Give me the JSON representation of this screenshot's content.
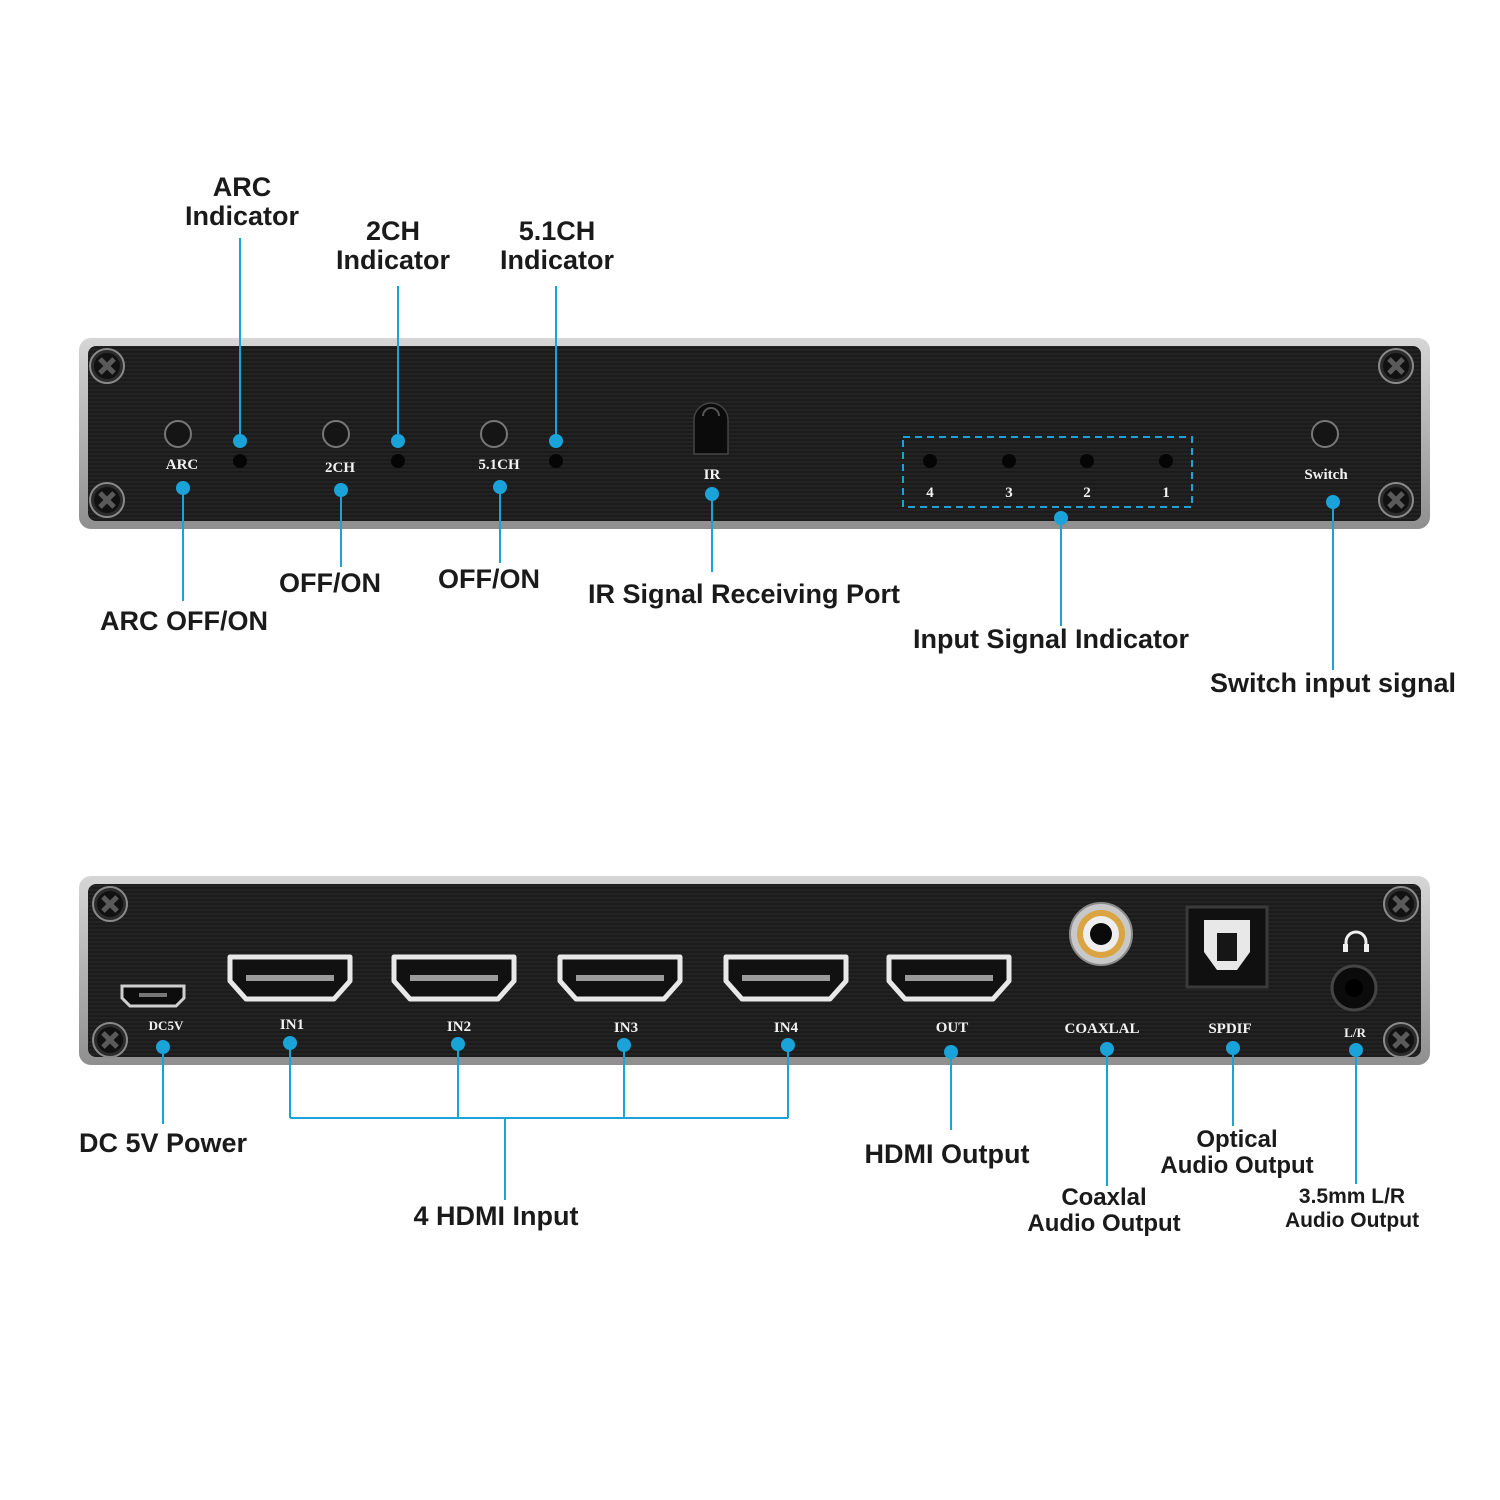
{
  "front_panel": {
    "silkscreen": {
      "arc": "ARC",
      "ch2": "2CH",
      "ch51": "5.1CH",
      "ir": "IR",
      "led4": "4",
      "led3": "3",
      "led2": "2",
      "led1": "1",
      "switch": "Switch"
    },
    "callouts": {
      "arc_indicator": [
        "ARC",
        "Indicator"
      ],
      "ch2_indicator": [
        "2CH",
        "Indicator"
      ],
      "ch51_indicator": [
        "5.1CH",
        "Indicator"
      ],
      "arc_offon": "ARC OFF/ON",
      "ch2_offon": "OFF/ON",
      "ch51_offon": "OFF/ON",
      "ir_port": "IR Signal Receiving Port",
      "input_signal_indicator": "Input Signal Indicator",
      "switch_input_signal": "Switch input signal"
    }
  },
  "rear_panel": {
    "silkscreen": {
      "dc5v": "DC5V",
      "in1": "IN1",
      "in2": "IN2",
      "in3": "IN3",
      "in4": "IN4",
      "out": "OUT",
      "coaxial": "COAXLAL",
      "spdif": "SPDIF",
      "lr": "L/R"
    },
    "callouts": {
      "dc_power": "DC 5V Power",
      "hdmi_input": "4 HDMI Input",
      "hdmi_output": "HDMI Output",
      "coaxial_output": [
        "Coaxlal",
        "Audio Output"
      ],
      "optical_output": [
        "Optical",
        "Audio Output"
      ],
      "lr_output": [
        "3.5mm L/R",
        "Audio Output"
      ]
    }
  },
  "colors": {
    "accent": "#1aa3d9",
    "panel_dark": "#1e1e1e",
    "panel_frame": "#b5b5b5",
    "text": "#1a1a1a"
  },
  "icons": [
    "screw-icon",
    "headphone-icon",
    "hdmi-port",
    "micro-usb-port",
    "rca-jack",
    "toslink-port",
    "audio-jack",
    "led",
    "push-button",
    "ir-receiver"
  ]
}
